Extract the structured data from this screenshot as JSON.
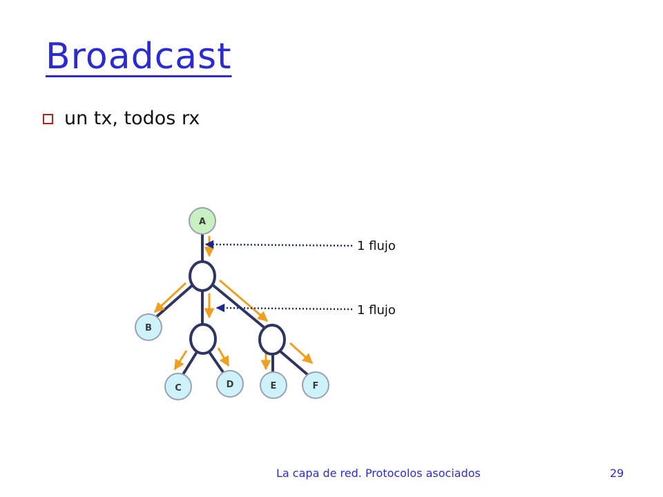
{
  "slide": {
    "title": "Broadcast",
    "bullet": "un tx, todos rx",
    "footer": "La capa de red. Protocolos asociados",
    "page_number": "29"
  },
  "diagram": {
    "nodes": {
      "a": "A",
      "b": "B",
      "c": "C",
      "d": "D",
      "e": "E",
      "f": "F"
    },
    "flow_labels": [
      "1 flujo",
      "1 flujo"
    ],
    "colors": {
      "link": "#2e3560",
      "arrow": "#f0a020",
      "dotted": "#1a2a8a",
      "router_fill": "#ffffff",
      "host_a_fill": "#c8f0c0",
      "host_fill": "#cdf2fa"
    }
  }
}
